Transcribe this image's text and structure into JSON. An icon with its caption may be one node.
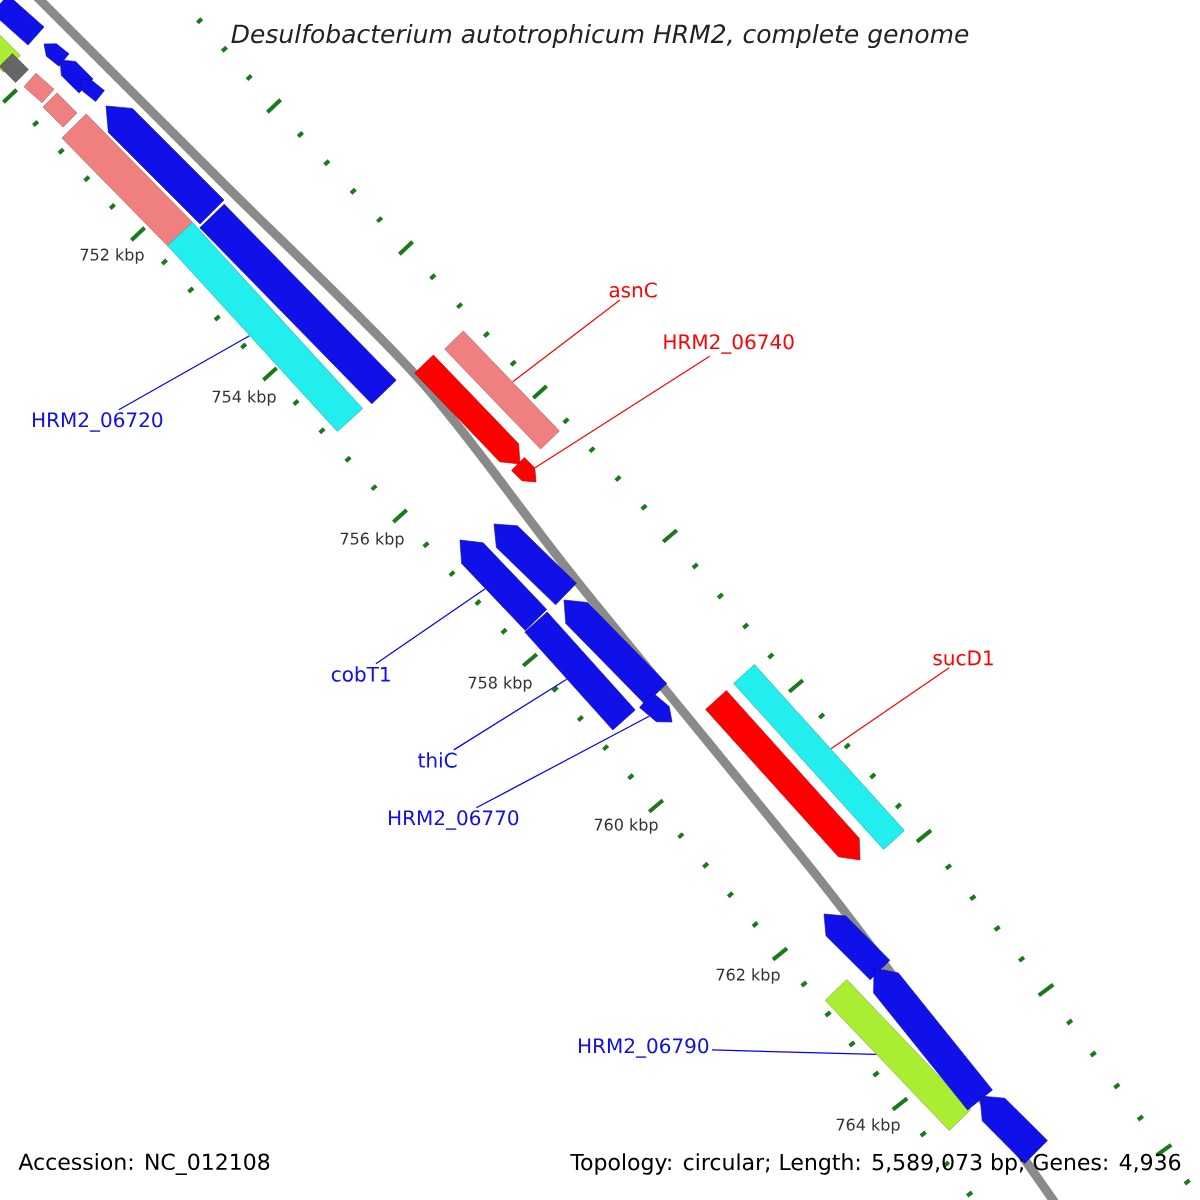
{
  "diagram": {
    "title": "Desulfobacterium autotrophicum HRM2, complete genome",
    "nodes": [
      {
        "text": [
          "asnC"
        ]
      },
      {
        "text": [
          "HRM2_06740"
        ]
      },
      {
        "text": [
          "HRM2_06720"
        ]
      },
      {
        "text": [
          "cobT1"
        ]
      },
      {
        "text": [
          "thiC"
        ]
      },
      {
        "text": [
          "HRM2_06770"
        ]
      },
      {
        "text": [
          "sucD1"
        ]
      },
      {
        "text": [
          "HRM2_06790"
        ]
      },
      {
        "text": [],
        "shape": "bar"
      },
      {
        "text": [],
        "shape": "bar"
      },
      {
        "text": [],
        "shape": "arrow"
      },
      {
        "text": [],
        "shape": "arrow"
      },
      {
        "text": [],
        "shape": "bar"
      },
      {
        "text": [],
        "shape": "bar"
      },
      {
        "text": [],
        "shape": "arrow"
      },
      {
        "text": [],
        "shape": "bar"
      },
      {
        "text": [],
        "shape": "arrow"
      },
      {
        "text": [],
        "shape": "bar"
      },
      {
        "text": [],
        "shape": "bar"
      },
      {
        "text": [],
        "shape": "bar"
      },
      {
        "text": [],
        "shape": "bar"
      },
      {
        "text": [],
        "shape": "arrow"
      },
      {
        "text": [],
        "shape": "arrow"
      },
      {
        "text": [],
        "shape": "arrow"
      },
      {
        "text": [],
        "shape": "arrow"
      },
      {
        "text": [],
        "shape": "arrow"
      },
      {
        "text": [],
        "shape": "bar"
      },
      {
        "text": [],
        "shape": "arrow"
      },
      {
        "text": [],
        "shape": "bar"
      },
      {
        "text": [],
        "shape": "arrow"
      },
      {
        "text": [],
        "shape": "arrow"
      },
      {
        "text": [],
        "shape": "bar"
      },
      {
        "text": [],
        "shape": "arrow"
      },
      {
        "text": [],
        "shape": "arrow"
      }
    ],
    "edges": [
      {
        "from": 0,
        "to": 20,
        "arrow": "none",
        "color": "#ff0000"
      },
      {
        "from": 1,
        "to": 22,
        "arrow": "none",
        "color": "#ff0000"
      },
      {
        "from": 2,
        "to": 19,
        "arrow": "none"
      },
      {
        "from": 3,
        "to": 24,
        "arrow": "none"
      },
      {
        "from": 4,
        "to": 26,
        "arrow": "none"
      },
      {
        "from": 5,
        "to": 27,
        "arrow": "none"
      },
      {
        "from": 6,
        "to": 28,
        "arrow": "none",
        "color": "#ff0000"
      },
      {
        "from": 7,
        "to": 31,
        "arrow": "none"
      }
    ],
    "labels": [
      "752 kbp",
      "754 kbp",
      "756 kbp",
      "758 kbp",
      "760 kbp",
      "762 kbp",
      "764 kbp",
      "Accession: NC_012108",
      "Topology: circular; Length: 5,589,073 bp; Genes: 4,936"
    ]
  }
}
